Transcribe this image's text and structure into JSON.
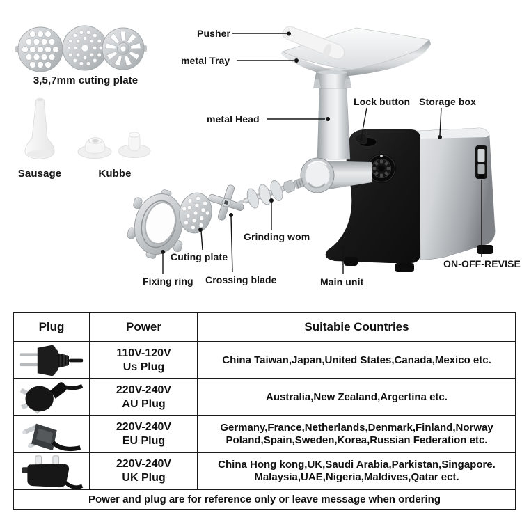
{
  "diagram": {
    "plates_caption": "3,5,7mm cuting plate",
    "sausage_caption": "Sausage",
    "kubbe_caption": "Kubbe",
    "labels": {
      "pusher": "Pusher",
      "metal_tray": "metal Tray",
      "metal_head": "metal Head",
      "lock_button": "Lock button",
      "storage_box": "Storage box",
      "grinding_wom": "Grinding wom",
      "cuting_plate": "Cuting plate",
      "fixing_ring": "Fixing ring",
      "crossing_blade": "Crossing blade",
      "main_unit": "Main unit",
      "on_off_revise": "ON-OFF-REVISE"
    }
  },
  "table": {
    "headers": [
      "Plug",
      "Power",
      "Suitabie Countries"
    ],
    "rows": [
      {
        "plug_icon": "us-plug-icon",
        "power_lines": [
          "110V-120V",
          "Us Plug"
        ],
        "countries_lines": [
          "China Taiwan,Japan,United States,Canada,Mexico etc."
        ]
      },
      {
        "plug_icon": "au-plug-icon",
        "power_lines": [
          "220V-240V",
          "AU Plug"
        ],
        "countries_lines": [
          "Australia,New Zealand,Argertina etc."
        ]
      },
      {
        "plug_icon": "eu-plug-icon",
        "power_lines": [
          "220V-240V",
          "EU Plug"
        ],
        "countries_lines": [
          "Germany,France,Netherlands,Denmark,Finland,Norway",
          "Poland,Spain,Sweden,Korea,Russian Federation etc."
        ]
      },
      {
        "plug_icon": "uk-plug-icon",
        "power_lines": [
          "220V-240V",
          "UK Plug"
        ],
        "countries_lines": [
          "China Hong kong,UK,Saudi Arabia,Parkistan,Singapore.",
          "Malaysia,UAE,Nigeria,Maldives,Qatar ect."
        ]
      }
    ],
    "footer": "Power and plug are for reference only or leave message when ordering"
  },
  "colors": {
    "table_border": "#1a1a1a",
    "text": "#111111",
    "machine_black": "#161616",
    "steel_light": "#eceeef",
    "steel_dark": "#9aa0a4"
  }
}
